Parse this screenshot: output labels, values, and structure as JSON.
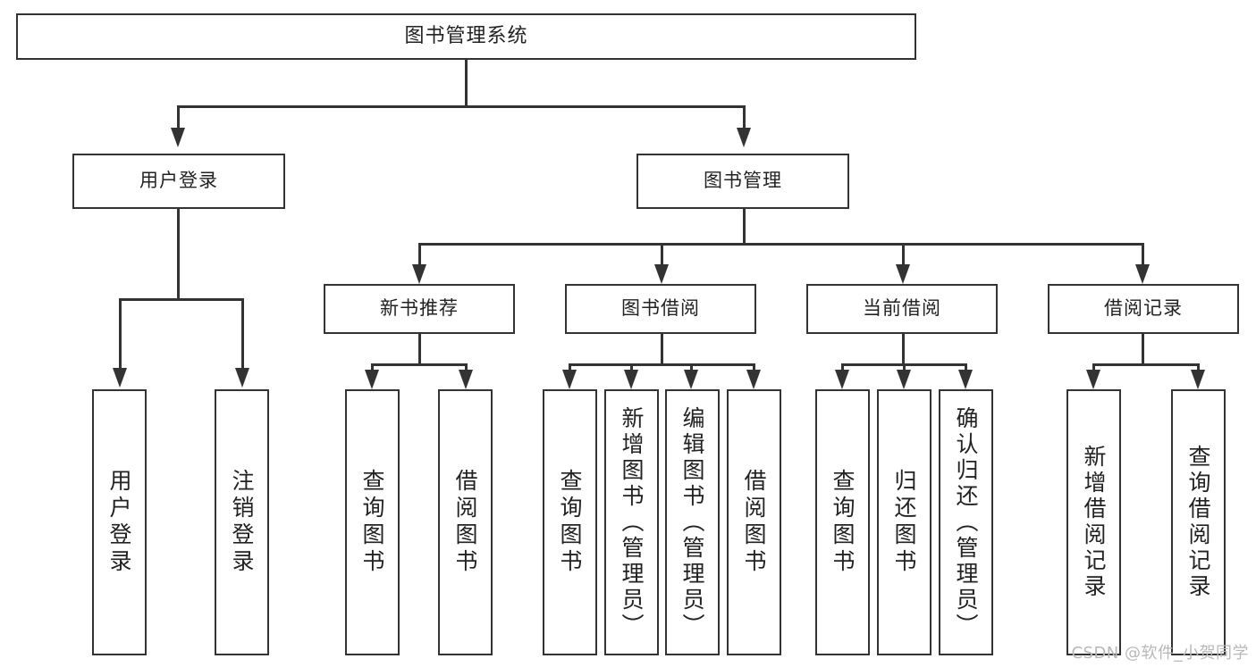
{
  "diagram": {
    "title": "图书管理系统",
    "type": "tree-hierarchy-chart",
    "watermark": "CSDN @软件_小贺同学",
    "colors": {
      "stroke": "#333333",
      "fill": "#ffffff",
      "text": "#222222",
      "watermark": "#b8b8b8"
    },
    "root": {
      "label": "图书管理系统"
    },
    "level1": [
      {
        "label": "用户登录"
      },
      {
        "label": "图书管理"
      }
    ],
    "level2": [
      {
        "label": "新书推荐"
      },
      {
        "label": "图书借阅"
      },
      {
        "label": "当前借阅"
      },
      {
        "label": "借阅记录"
      }
    ],
    "leaves": {
      "user_login": [
        {
          "label": "用户登录"
        },
        {
          "label": "注销登录"
        }
      ],
      "new_book_recommend": [
        {
          "label": "查询图书"
        },
        {
          "label": "借阅图书"
        }
      ],
      "book_borrow": [
        {
          "label": "查询图书"
        },
        {
          "label": "新增图书（管理员）"
        },
        {
          "label": "编辑图书（管理员）"
        },
        {
          "label": "借阅图书"
        }
      ],
      "current_borrow": [
        {
          "label": "查询图书"
        },
        {
          "label": "归还图书"
        },
        {
          "label": "确认归还（管理员）"
        }
      ],
      "borrow_record": [
        {
          "label": "新增借阅记录"
        },
        {
          "label": "查询借阅记录"
        }
      ]
    }
  }
}
